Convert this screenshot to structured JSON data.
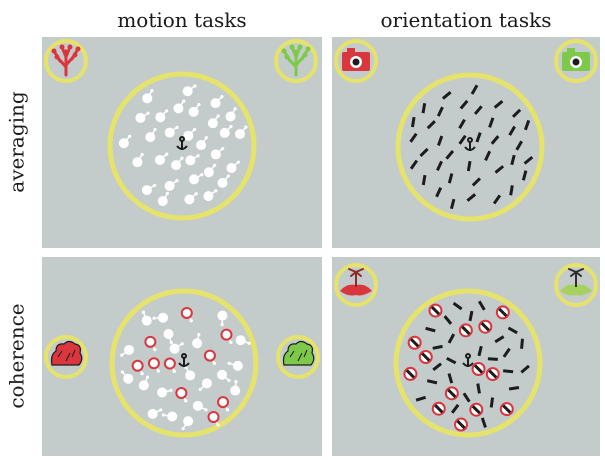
{
  "column_headers": [
    "motion tasks",
    "orientation tasks"
  ],
  "row_headers": [
    "averaging",
    "coherence"
  ],
  "colors": {
    "panel_background": "#c4cccb",
    "aperture_ring": "#e6e36a",
    "dot_white": "#ffffff",
    "coherent_red": "#d9363e",
    "target_green": "#7ec84a",
    "bar_black": "#1c1c1c"
  },
  "panels": [
    {
      "id": "motion-averaging",
      "task": "motion tasks",
      "condition": "averaging",
      "left_icon": "red-coral-icon",
      "right_icon": "green-coral-icon"
    },
    {
      "id": "orientation-averaging",
      "task": "orientation tasks",
      "condition": "averaging",
      "left_icon": "red-camera-icon",
      "right_icon": "green-camera-icon"
    },
    {
      "id": "motion-coherence",
      "task": "motion tasks",
      "condition": "coherence",
      "left_icon": "red-bush-icon",
      "right_icon": "green-bush-icon"
    },
    {
      "id": "orientation-coherence",
      "task": "orientation tasks",
      "condition": "coherence",
      "left_icon": "red-island-icon",
      "right_icon": "green-island-icon"
    }
  ]
}
